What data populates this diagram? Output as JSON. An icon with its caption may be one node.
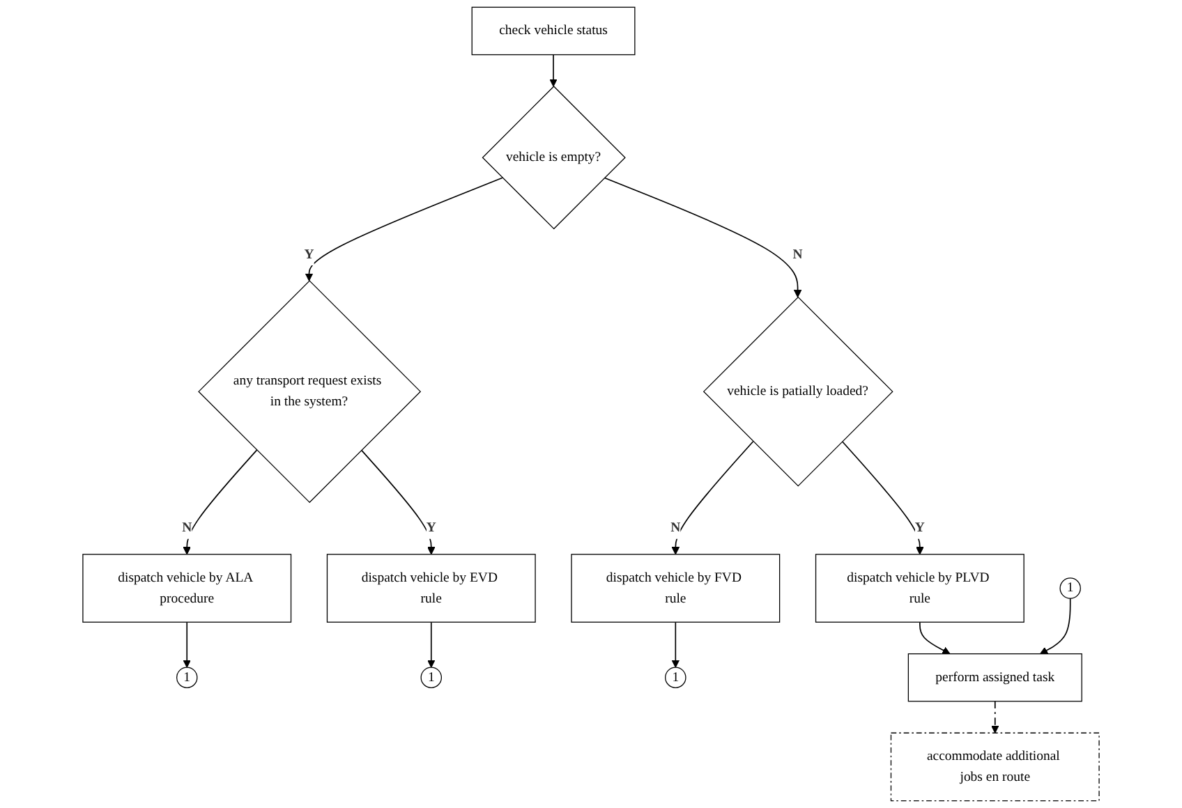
{
  "diagram": {
    "nodes": [
      {
        "text": [
          "check vehicle status"
        ]
      },
      {
        "text": [
          "vehicle is empty?"
        ]
      },
      {
        "text": [
          "any transport request exists in the system?"
        ]
      },
      {
        "text": [
          "dispatch vehicle by ALA procedure"
        ]
      },
      {
        "text": [
          "1"
        ]
      },
      {
        "text": [
          "dispatch vehicle by FVD rule"
        ]
      },
      {
        "text": [
          "vehicle is patially loaded?"
        ]
      },
      {
        "text": [
          "dispatch vehicle by EVD rule"
        ]
      },
      {
        "text": [
          "1"
        ]
      },
      {
        "text": [
          "1"
        ]
      },
      {
        "text": [
          "dispatch vehicle by PLVD rule"
        ]
      },
      {
        "text": [
          "1"
        ]
      },
      {
        "text": [
          "perform assigned task"
        ]
      },
      {
        "text": [
          "accommodate additional jobs en route"
        ]
      }
    ],
    "edges": [
      {
        "from": 0,
        "to": 1,
        "arrow": "to"
      },
      {
        "from": 1,
        "to": 2,
        "arrow": "to",
        "label": "Y"
      },
      {
        "from": 2,
        "to": 3,
        "arrow": "to",
        "label": "N"
      },
      {
        "from": 3,
        "to": 4,
        "arrow": "to"
      },
      {
        "from": 1,
        "to": 6,
        "arrow": "to",
        "label": "N"
      },
      {
        "from": 6,
        "to": 5,
        "arrow": "to",
        "label": "N"
      },
      {
        "from": 2,
        "to": 7,
        "arrow": "to",
        "label": "Y"
      },
      {
        "from": 5,
        "to": 8,
        "arrow": "to"
      },
      {
        "from": 7,
        "to": 9,
        "arrow": "to"
      },
      {
        "from": 6,
        "to": 10,
        "arrow": "to",
        "label": "Y"
      },
      {
        "from": 10,
        "to": 12,
        "arrow": "to"
      },
      {
        "from": 11,
        "to": 12,
        "arrow": "to"
      },
      {
        "from": 12,
        "to": 13,
        "arrow": "to",
        "style": "dashed"
      }
    ]
  }
}
